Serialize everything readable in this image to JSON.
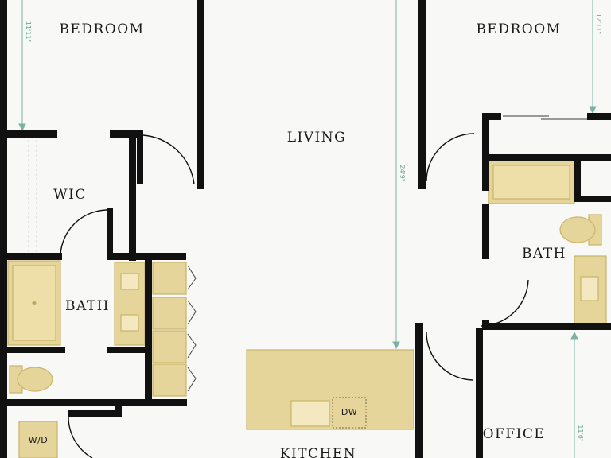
{
  "rooms": {
    "bedroom_left": "BEDROOM",
    "bedroom_right": "BEDROOM",
    "living": "LIVING",
    "wic": "WIC",
    "bath_left": "BATH",
    "bath_right": "BATH",
    "office": "OFFICE",
    "kitchen": "KITCHEN"
  },
  "appliances": {
    "dishwasher": "DW",
    "washer_dryer": "W/D"
  },
  "dimensions": {
    "bedroom_left_height": "11'11\"",
    "bedroom_right_height": "12'11\"",
    "living_height": "24'9\"",
    "office_height": "11'6\""
  },
  "colors": {
    "wall": "#111111",
    "fixture": "#e6d59a",
    "fixture_stroke": "#c9b46a",
    "dimension_line": "#7ab3a4",
    "floor": "#f8f8f6"
  }
}
